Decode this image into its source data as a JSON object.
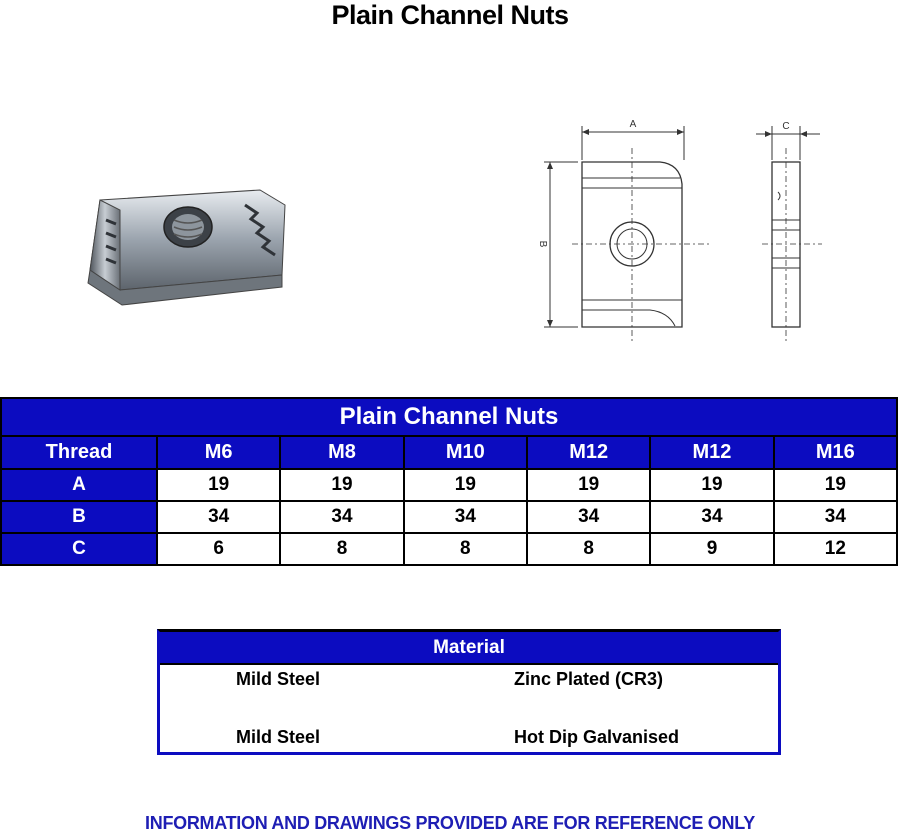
{
  "header": {
    "title": "Plain Channel Nuts"
  },
  "spec_table": {
    "title": "Plain Channel Nuts",
    "columns": [
      "Thread",
      "M6",
      "M8",
      "M10",
      "M12",
      "M12",
      "M16"
    ],
    "rows": [
      {
        "label": "A",
        "values": [
          "19",
          "19",
          "19",
          "19",
          "19",
          "19"
        ]
      },
      {
        "label": "B",
        "values": [
          "34",
          "34",
          "34",
          "34",
          "34",
          "34"
        ]
      },
      {
        "label": "C",
        "values": [
          "6",
          "8",
          "8",
          "8",
          "9",
          "12"
        ]
      }
    ]
  },
  "drawing": {
    "dim_a": "A",
    "dim_b": "B",
    "dim_c": "C"
  },
  "material": {
    "title": "Material",
    "rows": [
      {
        "material": "Mild Steel",
        "finish": "Zinc Plated (CR3)"
      },
      {
        "material": "Mild Steel",
        "finish": "Hot Dip Galvanised"
      }
    ]
  },
  "footer": {
    "disclaimer": "INFORMATION AND DRAWINGS PROVIDED ARE FOR REFERENCE ONLY"
  },
  "colors": {
    "table_blue": "#0c0cc0",
    "disclaimer_blue": "#1e1eb4"
  }
}
